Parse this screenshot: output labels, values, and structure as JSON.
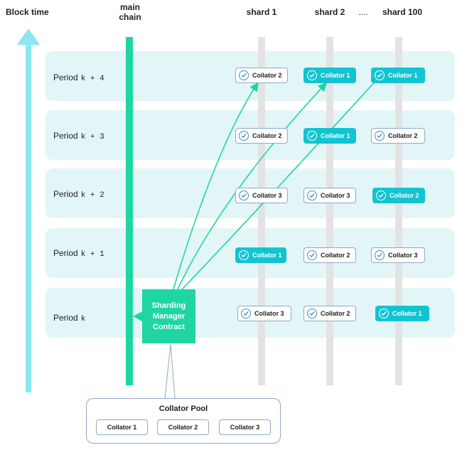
{
  "headers": {
    "block_time": "Block time",
    "main_chain_line1": "main",
    "main_chain_line2": "chain",
    "shard1": "shard 1",
    "shard2": "shard 2",
    "ellipsis": "....",
    "shard100": "shard 100"
  },
  "periods": [
    {
      "label": "Period",
      "suffix": "k + 4"
    },
    {
      "label": "Period",
      "suffix": "k + 3"
    },
    {
      "label": "Period",
      "suffix": "k + 2"
    },
    {
      "label": "Period",
      "suffix": "k + 1"
    },
    {
      "label": "Period",
      "suffix": "k"
    }
  ],
  "grid": [
    [
      {
        "text": "Collator 2",
        "filled": false
      },
      {
        "text": "Collator 1",
        "filled": true
      },
      {
        "text": "Collator 1",
        "filled": true
      }
    ],
    [
      {
        "text": "Collator 2",
        "filled": false
      },
      {
        "text": "Collator 1",
        "filled": true
      },
      {
        "text": "Collator 2",
        "filled": false
      }
    ],
    [
      {
        "text": "Collator 3",
        "filled": false
      },
      {
        "text": "Collator 3",
        "filled": false
      },
      {
        "text": "Collator 2",
        "filled": true
      }
    ],
    [
      {
        "text": "Collator 1",
        "filled": true
      },
      {
        "text": "Collator 2",
        "filled": false
      },
      {
        "text": "Collator 3",
        "filled": false
      }
    ],
    [
      {
        "text": "Collator 3",
        "filled": false
      },
      {
        "text": "Collator 2",
        "filled": false
      },
      {
        "text": "Collator 1",
        "filled": true
      }
    ]
  ],
  "smc": {
    "line1": "Sharding",
    "line2": "Manager",
    "line3": "Contract"
  },
  "pool": {
    "title": "Collator Pool",
    "items": [
      "Collator 1",
      "Collator 2",
      "Collator 3"
    ]
  },
  "colors": {
    "main_chain": "#1fd6a3",
    "band": "#e3f6f7",
    "collator_filled": "#12c4d2",
    "collator_outline": "#8fa8c8",
    "arrow": "#8ae8ee"
  }
}
